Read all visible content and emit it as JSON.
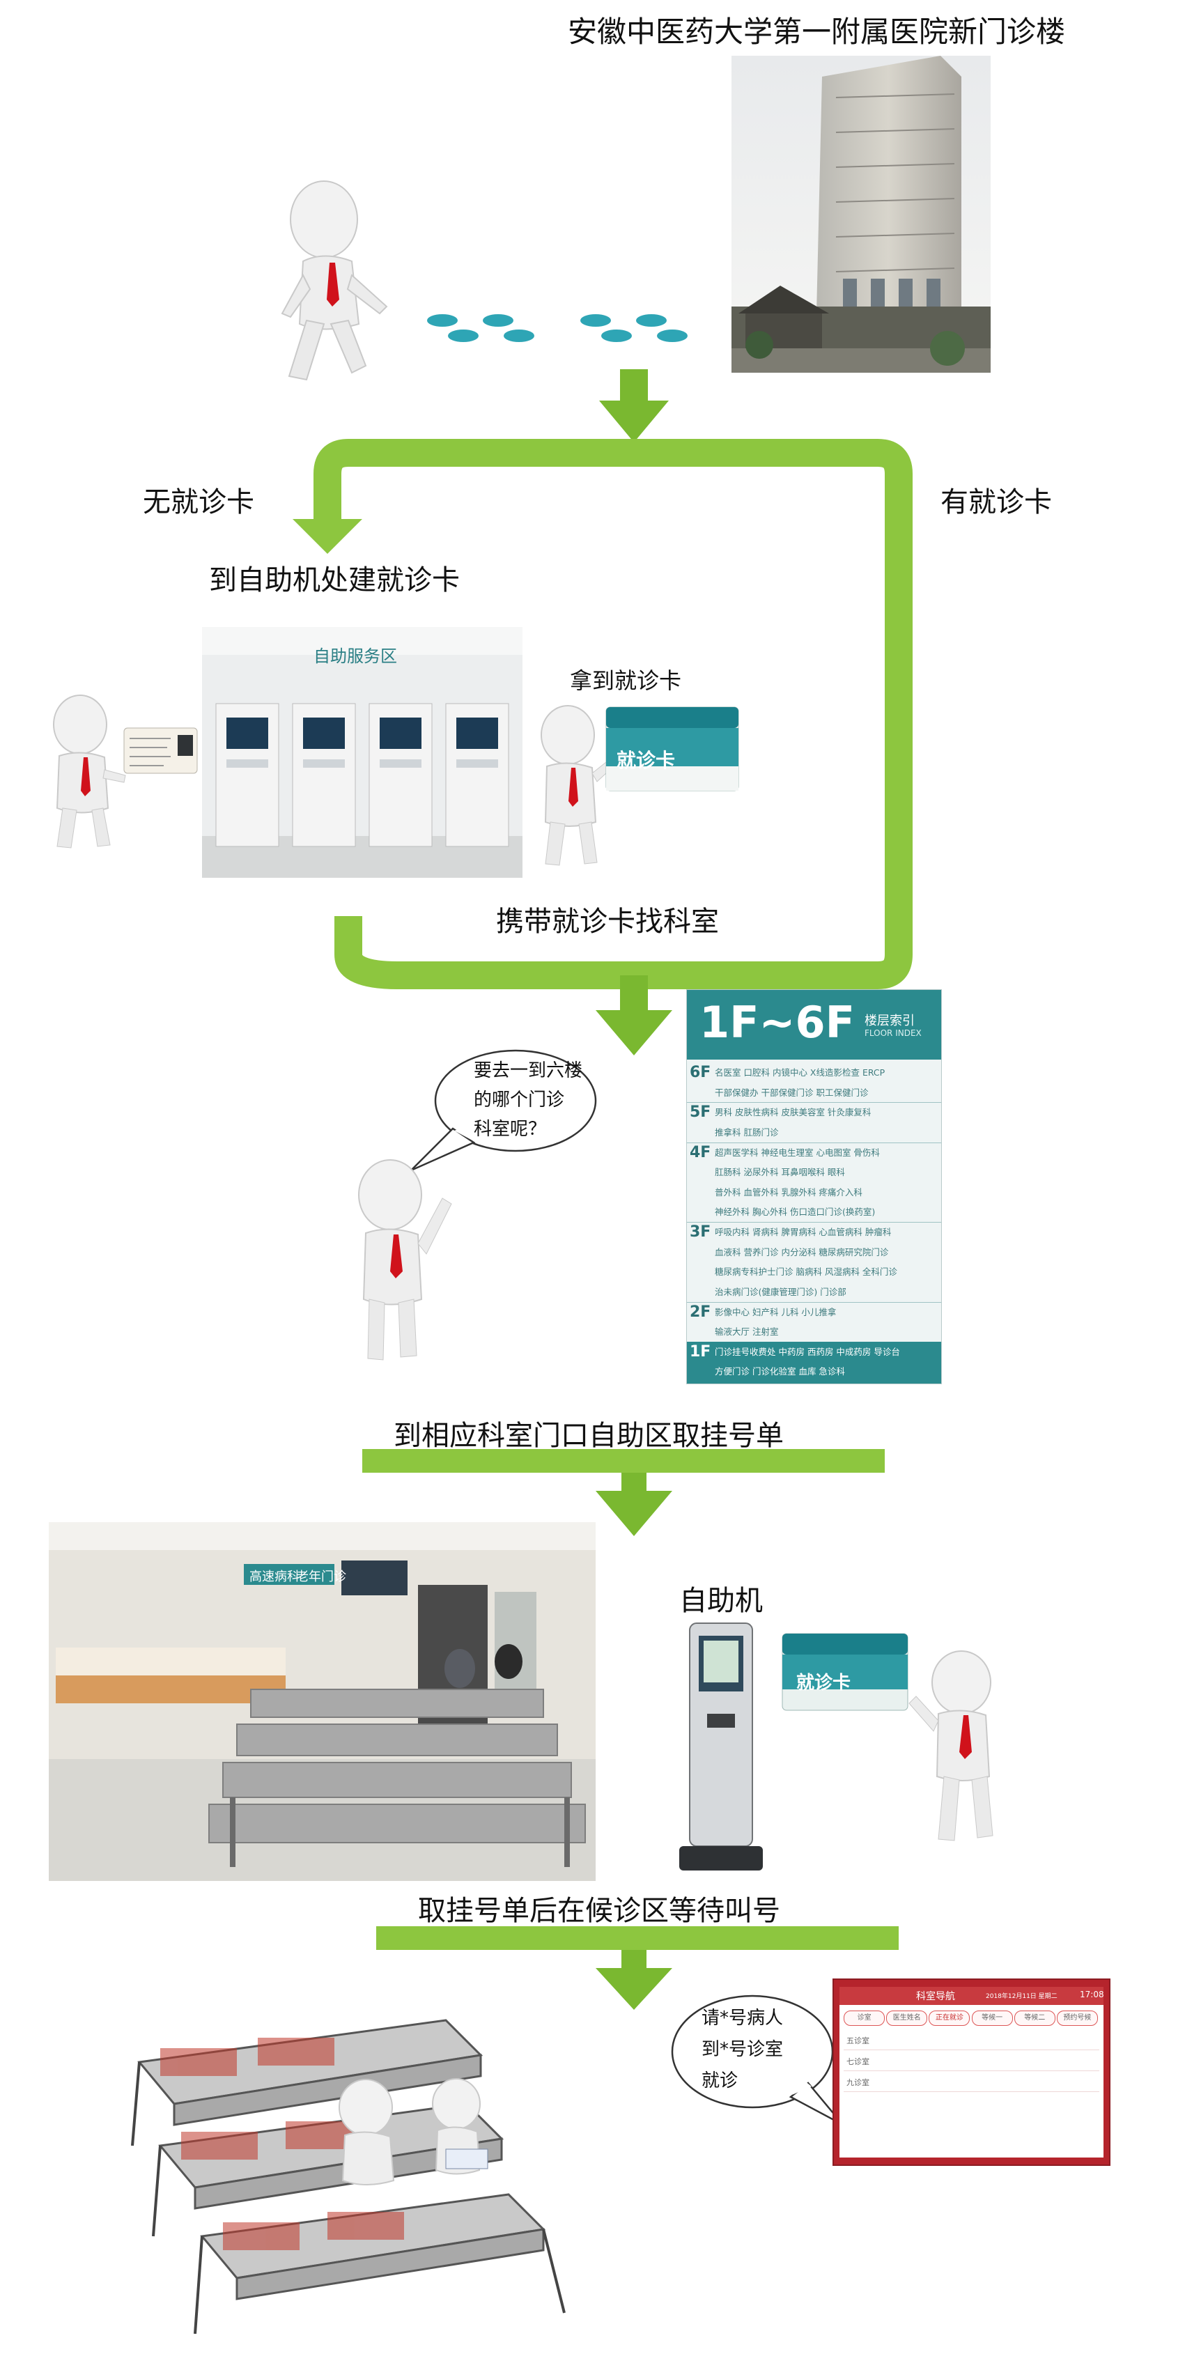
{
  "building_title": "安徽中医药大学第一附属医院新门诊楼",
  "branch_no_card": "无就诊卡",
  "branch_has_card": "有就诊卡",
  "step_create_card": "到自助机处建就诊卡",
  "kiosk_area_sign": "自助服务区",
  "get_card_caption": "拿到就诊卡",
  "card_name": "就诊卡",
  "step_find_dept": "携带就诊卡找科室",
  "question_bubble": [
    "要去一到六楼",
    "的哪个门诊",
    "科室呢？"
  ],
  "floor_index": {
    "title": "1F~6F",
    "subtitle_cn": "楼层索引",
    "subtitle_en": "FLOOR INDEX",
    "floors": [
      {
        "level": "6F",
        "rows": [
          [
            "名医室",
            "口腔科",
            "内镜中心",
            "X线造影检查",
            "ERCP"
          ],
          [
            "干部保健办",
            "干部保健门诊",
            "职工保健门诊"
          ]
        ]
      },
      {
        "level": "5F",
        "rows": [
          [
            "男科",
            "皮肤性病科",
            "皮肤美容室",
            "针灸康复科"
          ],
          [
            "推拿科",
            "肛肠门诊"
          ]
        ]
      },
      {
        "level": "4F",
        "rows": [
          [
            "超声医学科",
            "神经电生理室",
            "心电图室",
            "骨伤科"
          ],
          [
            "肛肠科",
            "泌尿外科",
            "耳鼻咽喉科",
            "眼科"
          ],
          [
            "普外科",
            "血管外科",
            "乳腺外科",
            "疼痛介入科"
          ],
          [
            "神经外科",
            "胸心外科",
            "伤口造口门诊(换药室)"
          ]
        ]
      },
      {
        "level": "3F",
        "rows": [
          [
            "呼吸内科",
            "肾病科",
            "脾胃病科",
            "心血管病科",
            "肿瘤科"
          ],
          [
            "血液科",
            "营养门诊",
            "内分泌科",
            "糖尿病研究院门诊"
          ],
          [
            "糖尿病专科护士门诊",
            "脑病科",
            "风湿病科",
            "全科门诊"
          ],
          [
            "治未病门诊(健康管理门诊)",
            "门诊部"
          ]
        ]
      },
      {
        "level": "2F",
        "rows": [
          [
            "影像中心",
            "妇产科",
            "儿科",
            "小儿推拿"
          ],
          [
            "输液大厅",
            "注射室"
          ]
        ]
      },
      {
        "level": "1F",
        "rows": [
          [
            "门诊挂号收费处",
            "中药房",
            "西药房",
            "中成药房",
            "导诊台"
          ],
          [
            "方便门诊",
            "门诊化验室",
            "血库",
            "急诊科"
          ]
        ]
      }
    ]
  },
  "step_registration": "到相应科室门口自助区取挂号单",
  "waiting_hall_signs": [
    "高速病科",
    "老年门诊"
  ],
  "kiosk_label": "自助机",
  "step_wait": "取挂号单后在候诊区等待叫号",
  "call_bubble": [
    "请*号病人",
    "到*号诊室",
    "就诊"
  ],
  "call_screen": {
    "header": "科室导航",
    "date": "2018年12月11日 星期二",
    "time": "17:08",
    "columns": [
      "诊室",
      "医生姓名",
      "正在就诊",
      "等候一",
      "等候二",
      "预约号候"
    ],
    "rooms": [
      "五诊室",
      "七诊室",
      "九诊室"
    ]
  },
  "colors": {
    "flow_green": "#8dc63f",
    "arrow_green": "#7ab830",
    "footprint_teal": "#2ea5b5",
    "tie_red": "#d0121b",
    "card_teal": "#1a7f8a",
    "index_teal": "#2b8a8e"
  }
}
